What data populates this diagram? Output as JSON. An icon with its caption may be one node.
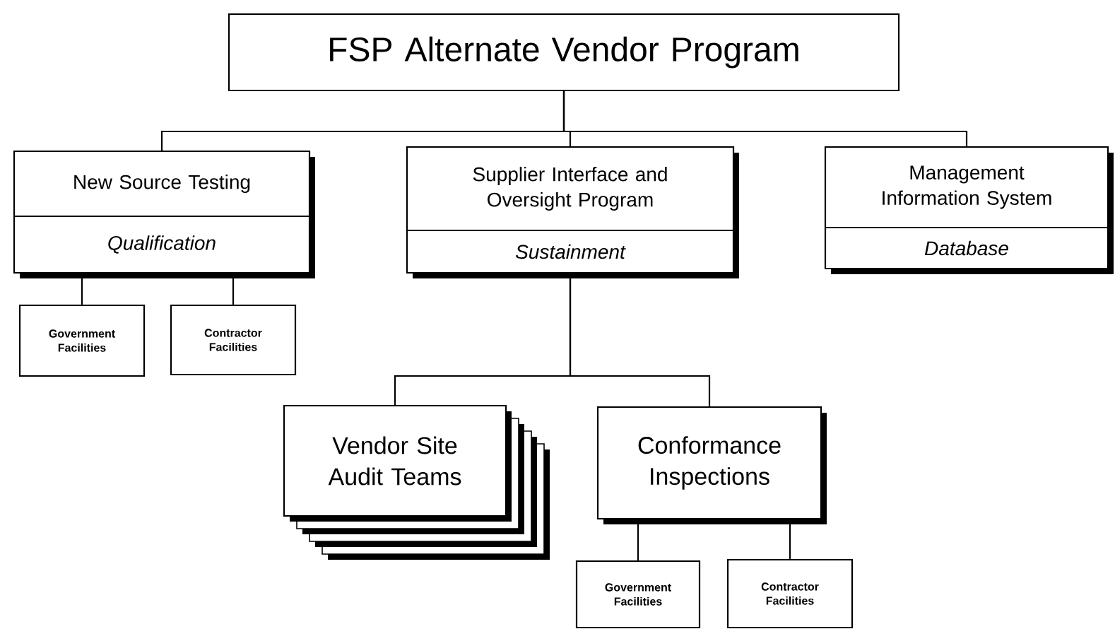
{
  "diagram": {
    "nodes": [
      {
        "text": [
          "FSP Alternate Vendor Program"
        ]
      },
      {
        "text": [
          "New Source Testing",
          "Qualification"
        ]
      },
      {
        "text": [
          "Supplier Interface and Oversight Program",
          "Sustainment"
        ]
      },
      {
        "text": [
          "Management Information System",
          "Database"
        ]
      },
      {
        "text": [
          "Government Facilities"
        ]
      },
      {
        "text": [
          "Contractor Facilities"
        ]
      },
      {
        "text": [
          "Vendor Site Audit Teams"
        ]
      },
      {
        "text": [
          "Conformance Inspections"
        ]
      },
      {
        "text": [
          "Government Facilities"
        ]
      },
      {
        "text": [
          "Contractor Facilities"
        ]
      }
    ],
    "edges": [
      {
        "from": 0,
        "to": 1,
        "arrow": "none"
      },
      {
        "from": 0,
        "to": 2,
        "arrow": "none"
      },
      {
        "from": 0,
        "to": 3,
        "arrow": "none"
      },
      {
        "from": 1,
        "to": 4,
        "arrow": "none"
      },
      {
        "from": 1,
        "to": 5,
        "arrow": "none"
      },
      {
        "from": 2,
        "to": 6,
        "arrow": "none"
      },
      {
        "from": 2,
        "to": 7,
        "arrow": "none"
      },
      {
        "from": 7,
        "to": 8,
        "arrow": "none"
      },
      {
        "from": 7,
        "to": 9,
        "arrow": "none"
      }
    ]
  }
}
